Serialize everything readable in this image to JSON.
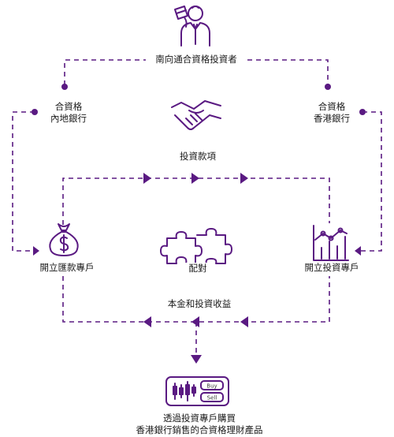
{
  "diagram": {
    "accent_color": "#5a1a82",
    "investor": {
      "label": "南向通合資格投資者",
      "icon": "investor-icon"
    },
    "mainland_bank": {
      "line1": "合資格",
      "line2": "內地銀行"
    },
    "hk_bank": {
      "line1": "合資格",
      "line2": "香港銀行"
    },
    "handshake": {
      "icon": "handshake-icon"
    },
    "investment_funds": {
      "label": "投資款項"
    },
    "remittance_account": {
      "label": "開立匯款專戶",
      "icon": "money-bag-icon"
    },
    "matching": {
      "label": "配對",
      "icon": "puzzle-icon"
    },
    "investment_account": {
      "label": "開立投資專戶",
      "icon": "chart-icon"
    },
    "returns": {
      "label": "本金和投資收益"
    },
    "trading": {
      "icon": "buy-sell-icon",
      "buy_label": "Buy",
      "sell_label": "Sell"
    },
    "purchase": {
      "line1": "透過投資專戶購買",
      "line2": "香港銀行銷售的合資格理財產品"
    }
  }
}
